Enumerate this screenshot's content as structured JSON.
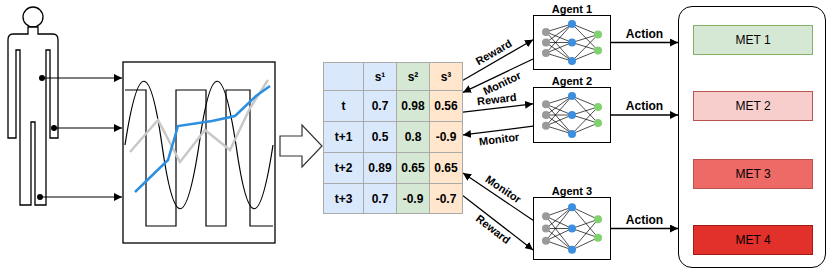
{
  "diagram": {
    "nodes": [
      {
        "text": [
          "s¹",
          "s²",
          "s³",
          "t",
          "0.7",
          "0.98",
          "0.56",
          "t+1",
          "0.5",
          "0.8",
          "-0.9",
          "t+2",
          "0.89",
          "0.65",
          "0.65",
          "t+3",
          "0.7",
          "-0.9",
          "-0.7"
        ]
      },
      {
        "text": [
          "Agent 1"
        ]
      },
      {
        "text": [
          "Agent 2"
        ]
      },
      {
        "text": [
          "Agent 3"
        ]
      },
      {
        "text": []
      },
      {
        "text": [
          "MET 1"
        ],
        "in": 4
      },
      {
        "text": [
          "MET 2"
        ],
        "in": 4
      },
      {
        "text": [
          "MET 3"
        ],
        "in": 4
      },
      {
        "text": [
          "MET 4"
        ],
        "in": 4
      }
    ],
    "edges": [
      {
        "from": 0,
        "to": 1,
        "label": "Reward",
        "arrow": "to"
      },
      {
        "from": 1,
        "to": 0,
        "label": "Monitor",
        "arrow": "to"
      },
      {
        "from": 0,
        "to": 2,
        "label": "Reward",
        "arrow": "to"
      },
      {
        "from": 2,
        "to": 0,
        "label": "Monitor",
        "arrow": "to"
      },
      {
        "from": 3,
        "to": 0,
        "label": "Monitor",
        "arrow": "to"
      },
      {
        "from": 0,
        "to": 3,
        "label": "Reward",
        "arrow": "to"
      },
      {
        "from": 1,
        "to": 4,
        "label": "Action",
        "arrow": "to"
      },
      {
        "from": 2,
        "to": 4,
        "label": "Action",
        "arrow": "to"
      },
      {
        "from": 3,
        "to": 4,
        "label": "Action",
        "arrow": "to"
      }
    ]
  }
}
